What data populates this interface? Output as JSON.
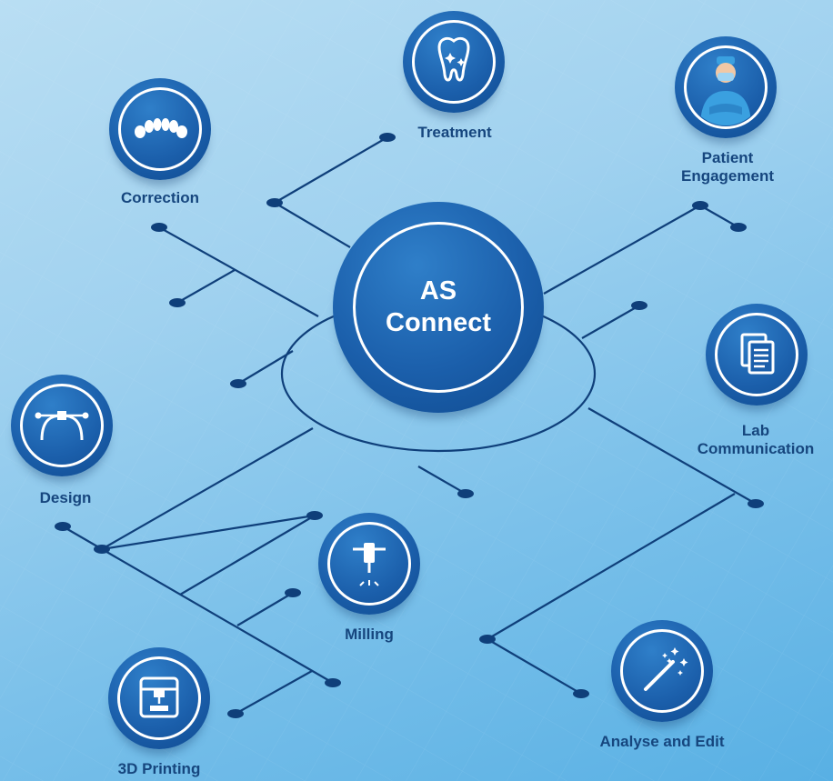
{
  "center": {
    "line1": "AS",
    "line2": "Connect"
  },
  "nodes": {
    "treatment": {
      "label": "Treatment",
      "icon": "tooth-sparkle-icon"
    },
    "patient_engagement": {
      "label_line1": "Patient",
      "label_line2": "Engagement",
      "icon": "doctor-icon"
    },
    "correction": {
      "label": "Correction",
      "icon": "dental-arch-icon"
    },
    "lab_communication": {
      "label_line1": "Lab",
      "label_line2": "Communication",
      "icon": "documents-icon"
    },
    "design": {
      "label": "Design",
      "icon": "bezier-curve-icon"
    },
    "milling": {
      "label": "Milling",
      "icon": "milling-drill-icon"
    },
    "printing": {
      "label": "3D Printing",
      "icon": "3d-printer-icon"
    },
    "analyse_edit": {
      "label": "Analyse and Edit",
      "icon": "magic-wand-icon"
    }
  },
  "colors": {
    "line": "#0f3f7a",
    "node": "#1b5fab",
    "label": "#16467e"
  }
}
